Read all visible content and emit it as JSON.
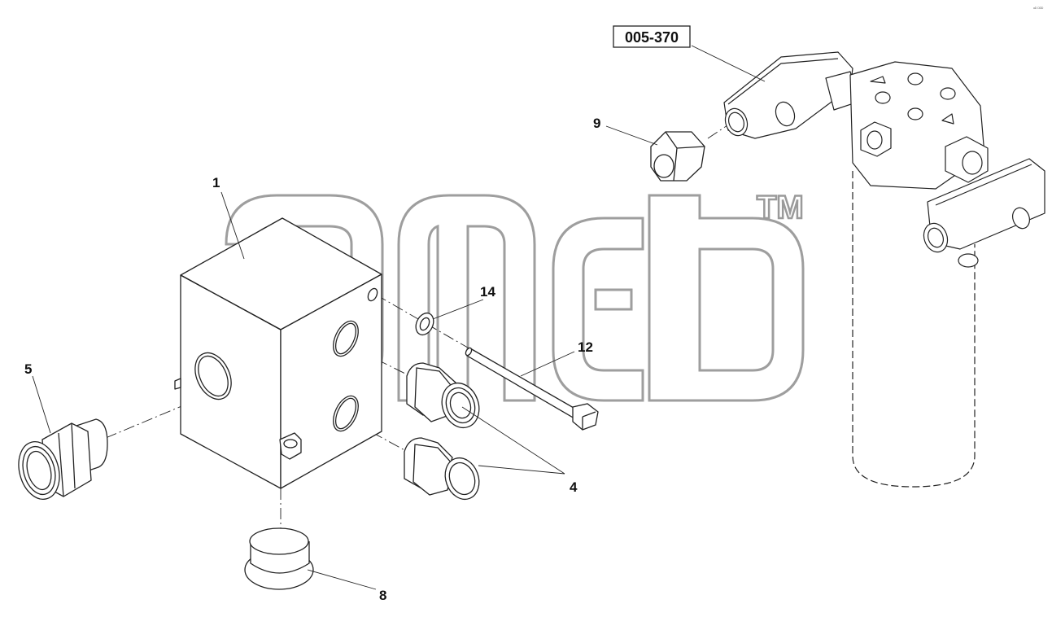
{
  "diagram": {
    "reference_box": "005-370",
    "callouts": {
      "c1": "1",
      "c4": "4",
      "c5": "5",
      "c8": "8",
      "c9": "9",
      "c12": "12",
      "c14": "14"
    },
    "watermark_tm": "TM",
    "corner_mark": "ᵃᴰ ᴰᴰᴰ"
  }
}
